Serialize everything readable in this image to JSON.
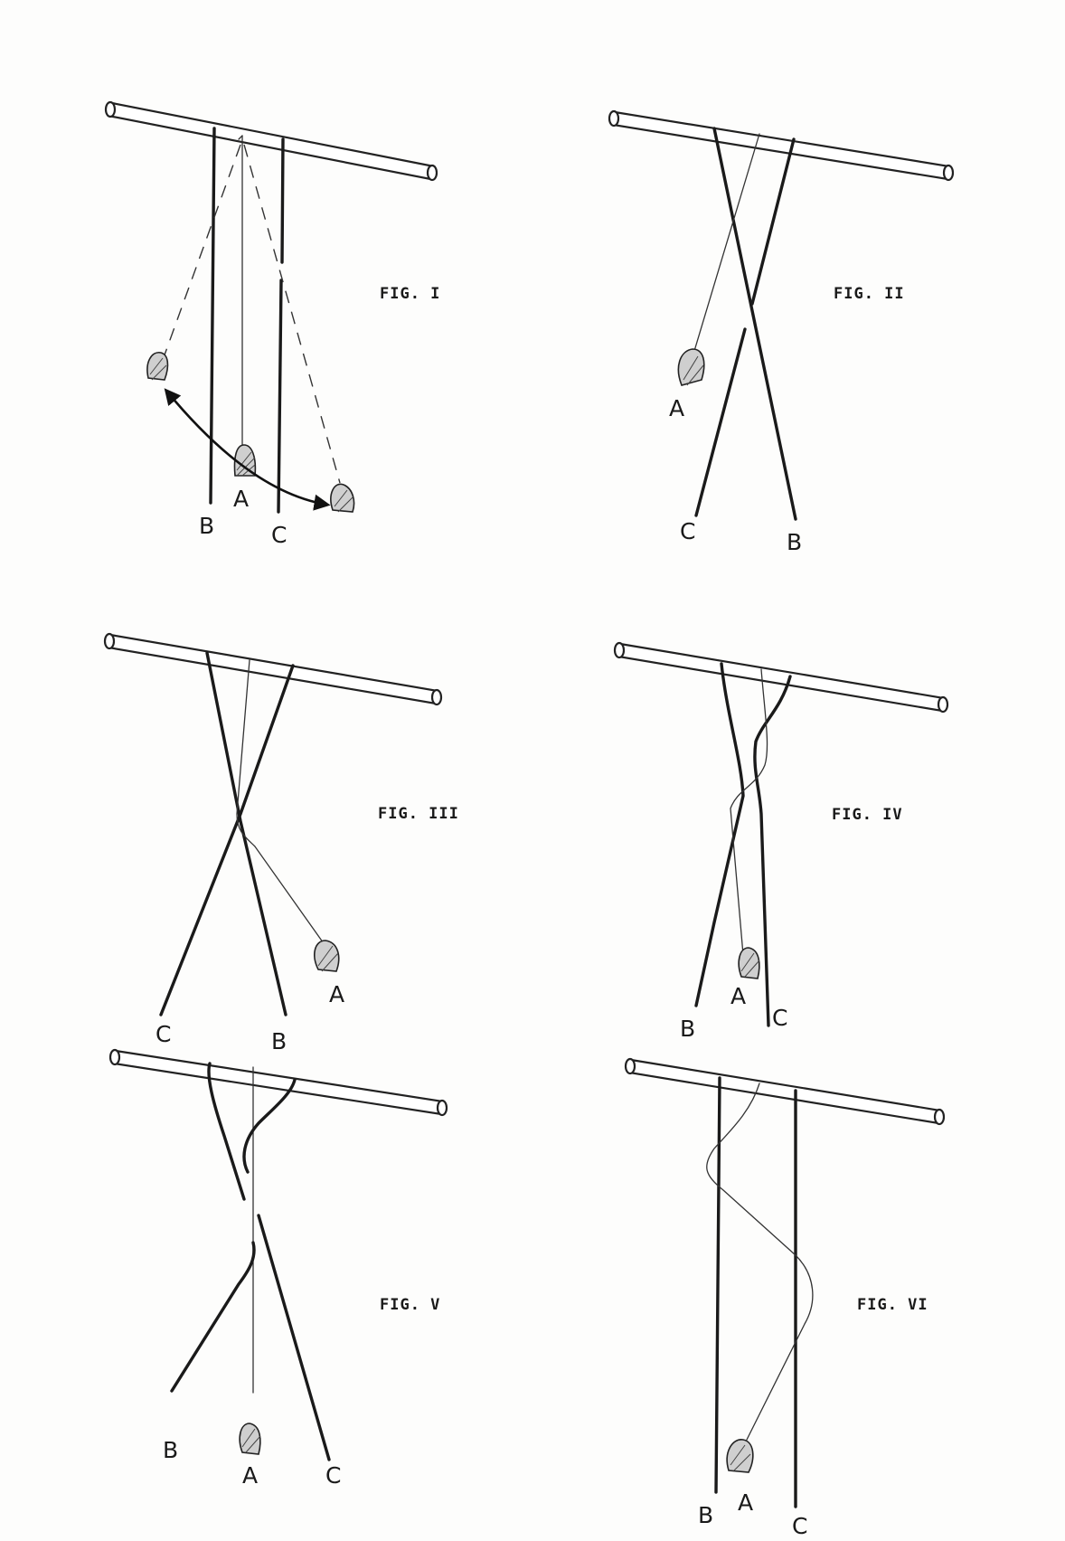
{
  "figures": [
    {
      "id": "fig1",
      "title": "FIG. I",
      "labels": [
        "B",
        "A",
        "C"
      ]
    },
    {
      "id": "fig2",
      "title": "FIG. II",
      "labels": [
        "A",
        "C",
        "B"
      ]
    },
    {
      "id": "fig3",
      "title": "FIG. III",
      "labels": [
        "C",
        "B",
        "A"
      ]
    },
    {
      "id": "fig4",
      "title": "FIG. IV",
      "labels": [
        "B",
        "A",
        "C"
      ]
    },
    {
      "id": "fig5",
      "title": "FIG. V",
      "labels": [
        "B",
        "A",
        "C"
      ]
    },
    {
      "id": "fig6",
      "title": "FIG. VI",
      "labels": [
        "B",
        "A",
        "C"
      ]
    }
  ]
}
